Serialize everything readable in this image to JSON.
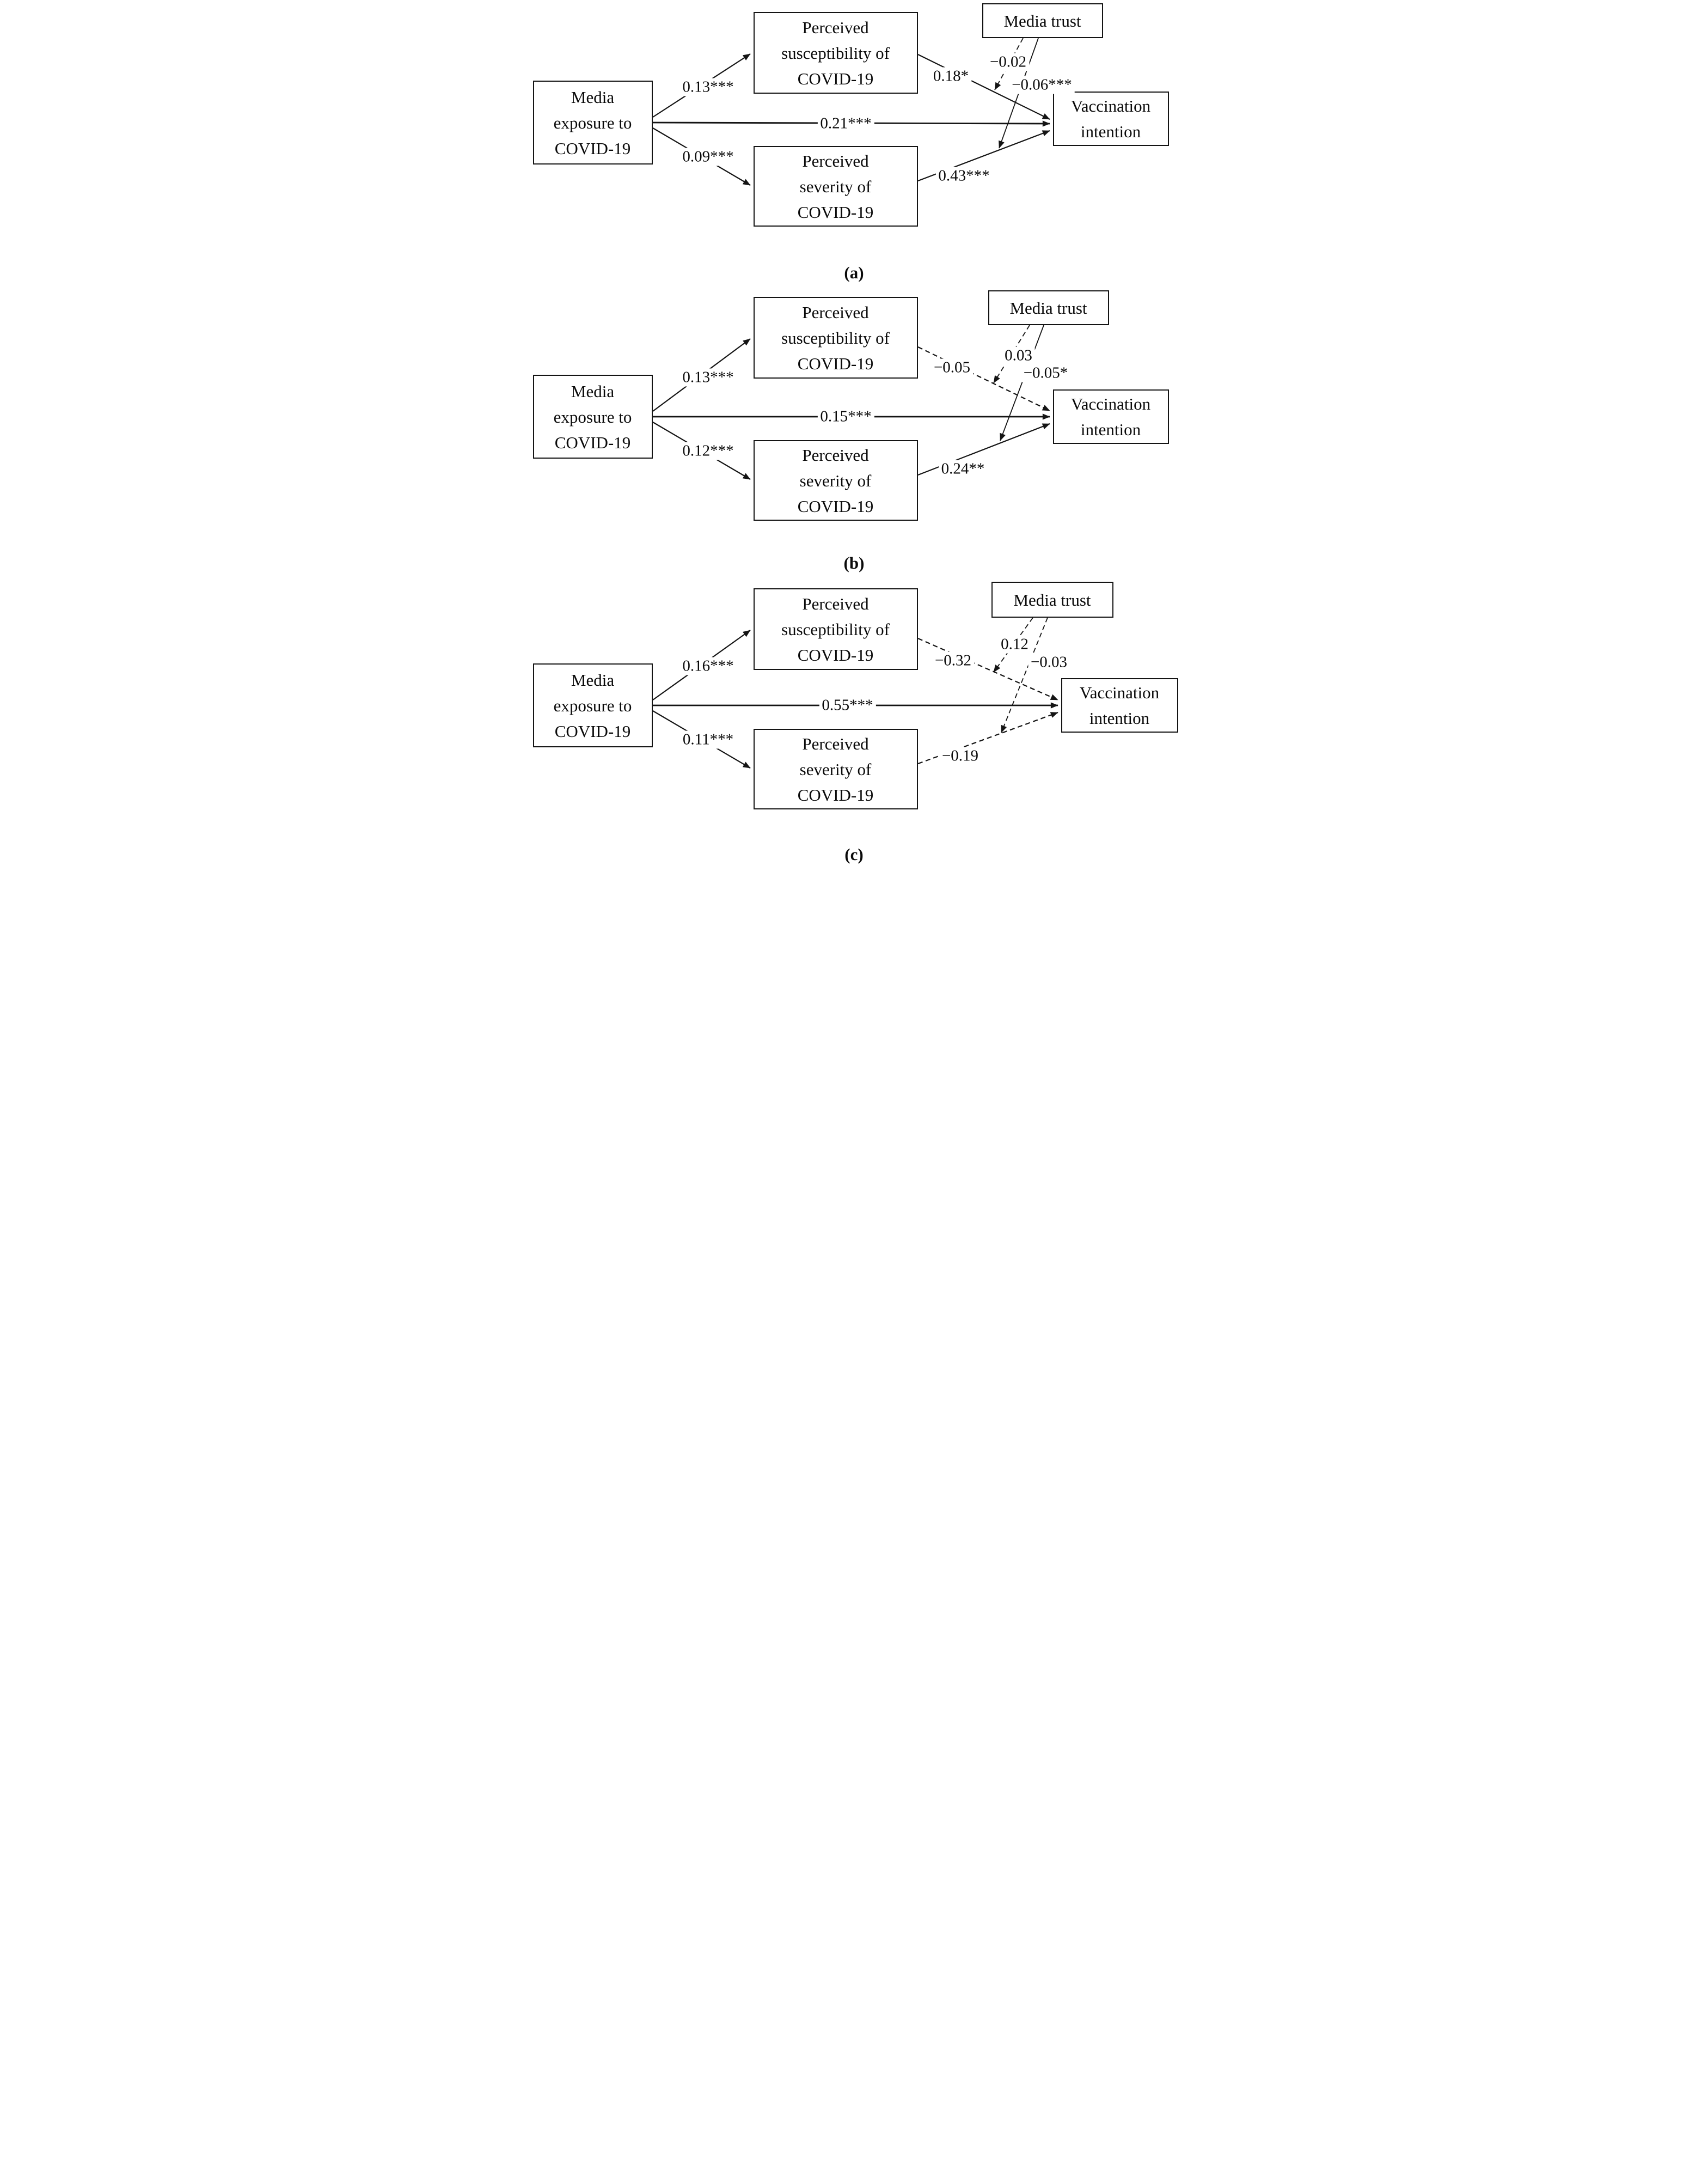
{
  "panels": [
    {
      "caption": "(a)",
      "boxes": {
        "exposure": {
          "lines": [
            "Media",
            "exposure to",
            "COVID-19"
          ]
        },
        "susceptibility": {
          "lines": [
            "Perceived",
            "susceptibility of",
            "COVID-19"
          ]
        },
        "severity": {
          "lines": [
            "Perceived",
            "severity of",
            "COVID-19"
          ]
        },
        "media_trust": {
          "lines": [
            "Media trust"
          ]
        },
        "vaccination": {
          "lines": [
            "Vaccination",
            "intention"
          ]
        }
      },
      "coefficients": {
        "exposure_to_susceptibility": "0.13***",
        "exposure_to_vaccination": "0.21***",
        "exposure_to_severity": "0.09***",
        "susceptibility_to_vaccination": "0.18*",
        "severity_to_vaccination": "0.43***",
        "trust_mod_susceptibility_path": "−0.02",
        "trust_mod_severity_path": "−0.06***"
      }
    },
    {
      "caption": "(b)",
      "boxes": {
        "exposure": {
          "lines": [
            "Media",
            "exposure to",
            "COVID-19"
          ]
        },
        "susceptibility": {
          "lines": [
            "Perceived",
            "susceptibility of",
            "COVID-19"
          ]
        },
        "severity": {
          "lines": [
            "Perceived",
            "severity of",
            "COVID-19"
          ]
        },
        "media_trust": {
          "lines": [
            "Media trust"
          ]
        },
        "vaccination": {
          "lines": [
            "Vaccination",
            "intention"
          ]
        }
      },
      "coefficients": {
        "exposure_to_susceptibility": "0.13***",
        "exposure_to_vaccination": "0.15***",
        "exposure_to_severity": "0.12***",
        "susceptibility_to_vaccination": "−0.05",
        "severity_to_vaccination": "0.24**",
        "trust_mod_susceptibility_path": "0.03",
        "trust_mod_severity_path": "−0.05*"
      }
    },
    {
      "caption": "(c)",
      "boxes": {
        "exposure": {
          "lines": [
            "Media",
            "exposure to",
            "COVID-19"
          ]
        },
        "susceptibility": {
          "lines": [
            "Perceived",
            "susceptibility of",
            "COVID-19"
          ]
        },
        "severity": {
          "lines": [
            "Perceived",
            "severity of",
            "COVID-19"
          ]
        },
        "media_trust": {
          "lines": [
            "Media trust"
          ]
        },
        "vaccination": {
          "lines": [
            "Vaccination",
            "intention"
          ]
        }
      },
      "coefficients": {
        "exposure_to_susceptibility": "0.16***",
        "exposure_to_vaccination": "0.55***",
        "exposure_to_severity": "0.11***",
        "susceptibility_to_vaccination": "−0.32",
        "severity_to_vaccination": "−0.19",
        "trust_mod_susceptibility_path": "0.12",
        "trust_mod_severity_path": "−0.03"
      }
    }
  ]
}
